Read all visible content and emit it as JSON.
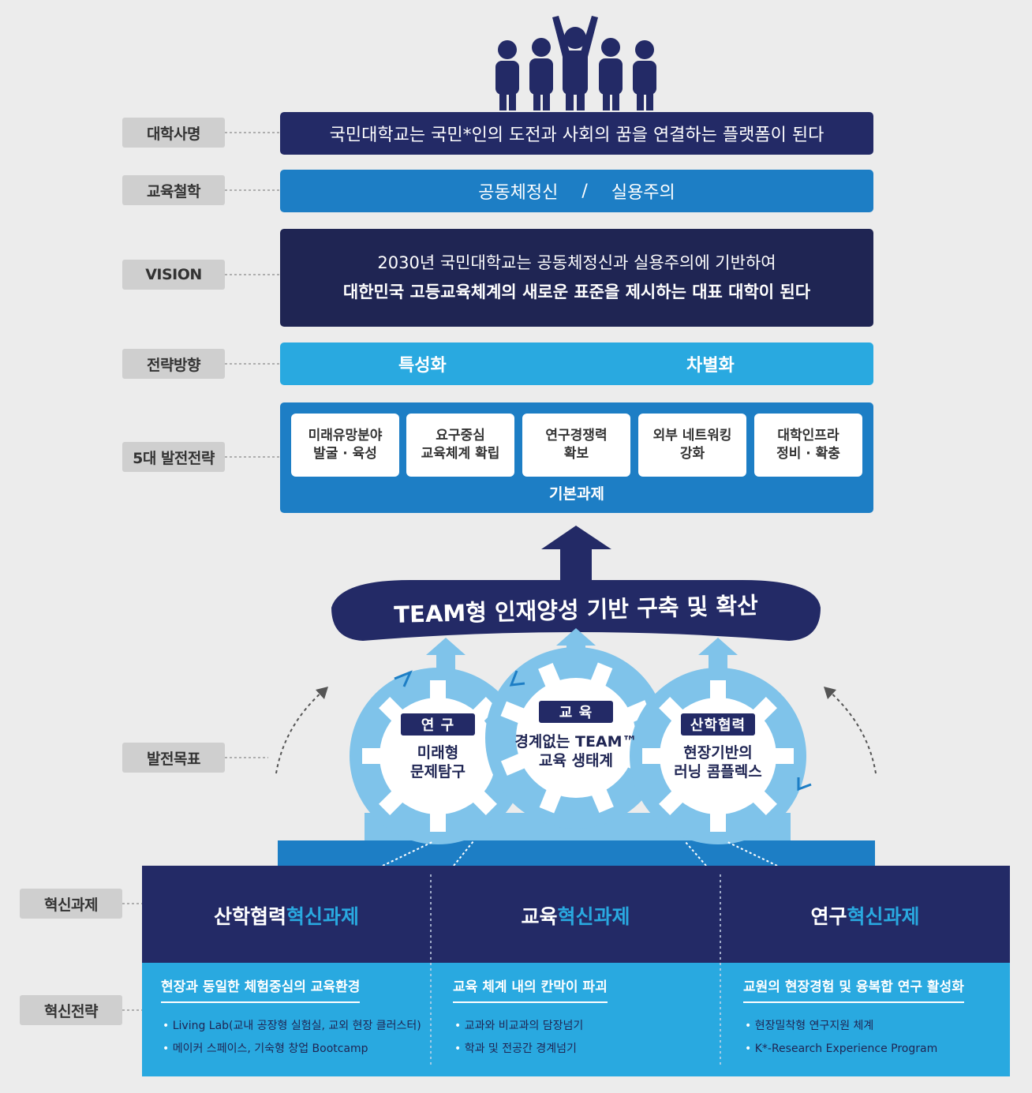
{
  "levels": {
    "mission_label": "대학사명",
    "philosophy_label": "교육철학",
    "vision_label": "VISION",
    "direction_label": "전략방향",
    "strategy_label": "5대 발전전략",
    "goal_label": "발전목표",
    "task_label": "혁신과제",
    "innov_strategy_label": "혁신전략"
  },
  "mission": "국민대학교는 국민*인의 도전과 사회의 꿈을 연결하는 플랫폼이 된다",
  "philosophy": {
    "left": "공동체정신",
    "sep": "/",
    "right": "실용주의"
  },
  "vision": {
    "line1": "2030년 국민대학교는 공동체정신과 실용주의에 기반하여",
    "line2": "대한민국 고등교육체계의 새로운 표준을 제시하는 대표 대학이 된다"
  },
  "direction": {
    "left": "특성화",
    "right": "차별화"
  },
  "strategies": {
    "items": [
      "미래유망분야\n발굴 · 육성",
      "요구중심\n교육체계 확립",
      "연구경쟁력\n확보",
      "외부 네트워킹\n강화",
      "대학인프라\n정비 · 확충"
    ],
    "footer": "기본과제"
  },
  "team_banner": "TEAM형 인재양성 기반 구축 및 확산",
  "gears": [
    {
      "title": "연 구",
      "text": "미래형\n문제탐구"
    },
    {
      "title": "교 육",
      "text": "경계없는 TEAM™\n교육 생태계"
    },
    {
      "title": "산학협력",
      "text": "현장기반의\n러닝 콤플렉스"
    }
  ],
  "tasks": [
    {
      "head_main": "산학협력",
      "head_hl": "혁신과제",
      "sub": "현장과 동일한 체험중심의 교육환경",
      "bullets": [
        "Living Lab(교내 공장형 실험실, 교외 현장 클러스터)",
        "메이커 스페이스, 기숙형 창업 Bootcamp"
      ]
    },
    {
      "head_main": "교육",
      "head_hl": "혁신과제",
      "sub": "교육 체계 내의 칸막이 파괴",
      "bullets": [
        "교과와 비교과의 담장넘기",
        "학과 및 전공간 경계넘기"
      ]
    },
    {
      "head_main": "연구",
      "head_hl": "혁신과제",
      "sub": "교원의 현장경험 및 융복합 연구 활성화",
      "bullets": [
        "현장밀착형 연구지원 체계",
        "K*-Research Experience Program"
      ]
    }
  ]
}
